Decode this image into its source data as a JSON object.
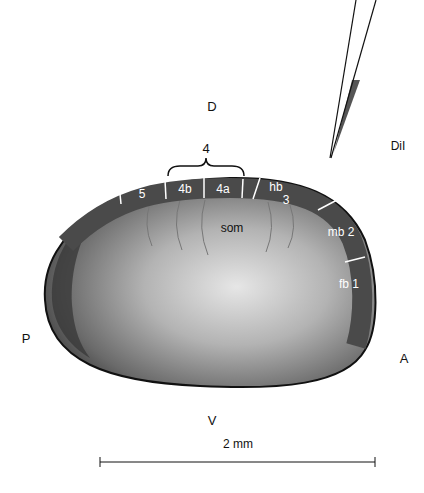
{
  "diagram": {
    "labels": [
      "4",
      "D",
      "DiI",
      "5",
      "4b",
      "4a",
      "hb",
      "3",
      "mb 2",
      "fb 1",
      "som",
      "P",
      "A",
      "V",
      "2 mm"
    ]
  }
}
